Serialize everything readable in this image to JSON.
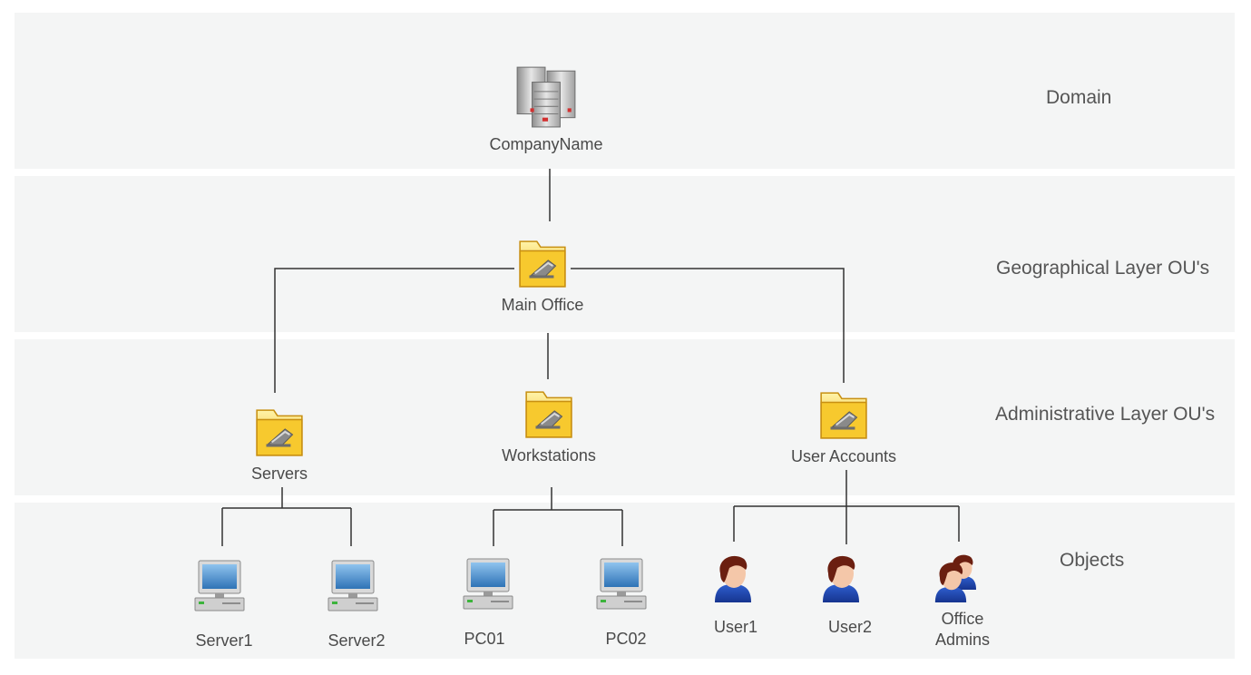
{
  "layers": {
    "domain": "Domain",
    "geographical": "Geographical Layer OU's",
    "administrative": "Administrative Layer OU's",
    "objects": "Objects"
  },
  "nodes": {
    "company": "CompanyName",
    "main_office": "Main Office",
    "servers": "Servers",
    "workstations": "Workstations",
    "user_accounts": "User Accounts",
    "server1": "Server1",
    "server2": "Server2",
    "pc01": "PC01",
    "pc02": "PC02",
    "user1": "User1",
    "user2": "User2",
    "office_admins_line1": "Office",
    "office_admins_line2": "Admins"
  },
  "icons": {
    "domain": "server-cluster-icon",
    "ou": "folder-icon",
    "computer": "computer-icon",
    "user": "user-icon",
    "group": "group-icon"
  },
  "colors": {
    "band": "#f4f5f5",
    "connector": "#333333",
    "folder": "#f2c530",
    "screen": "#3f88c8"
  }
}
